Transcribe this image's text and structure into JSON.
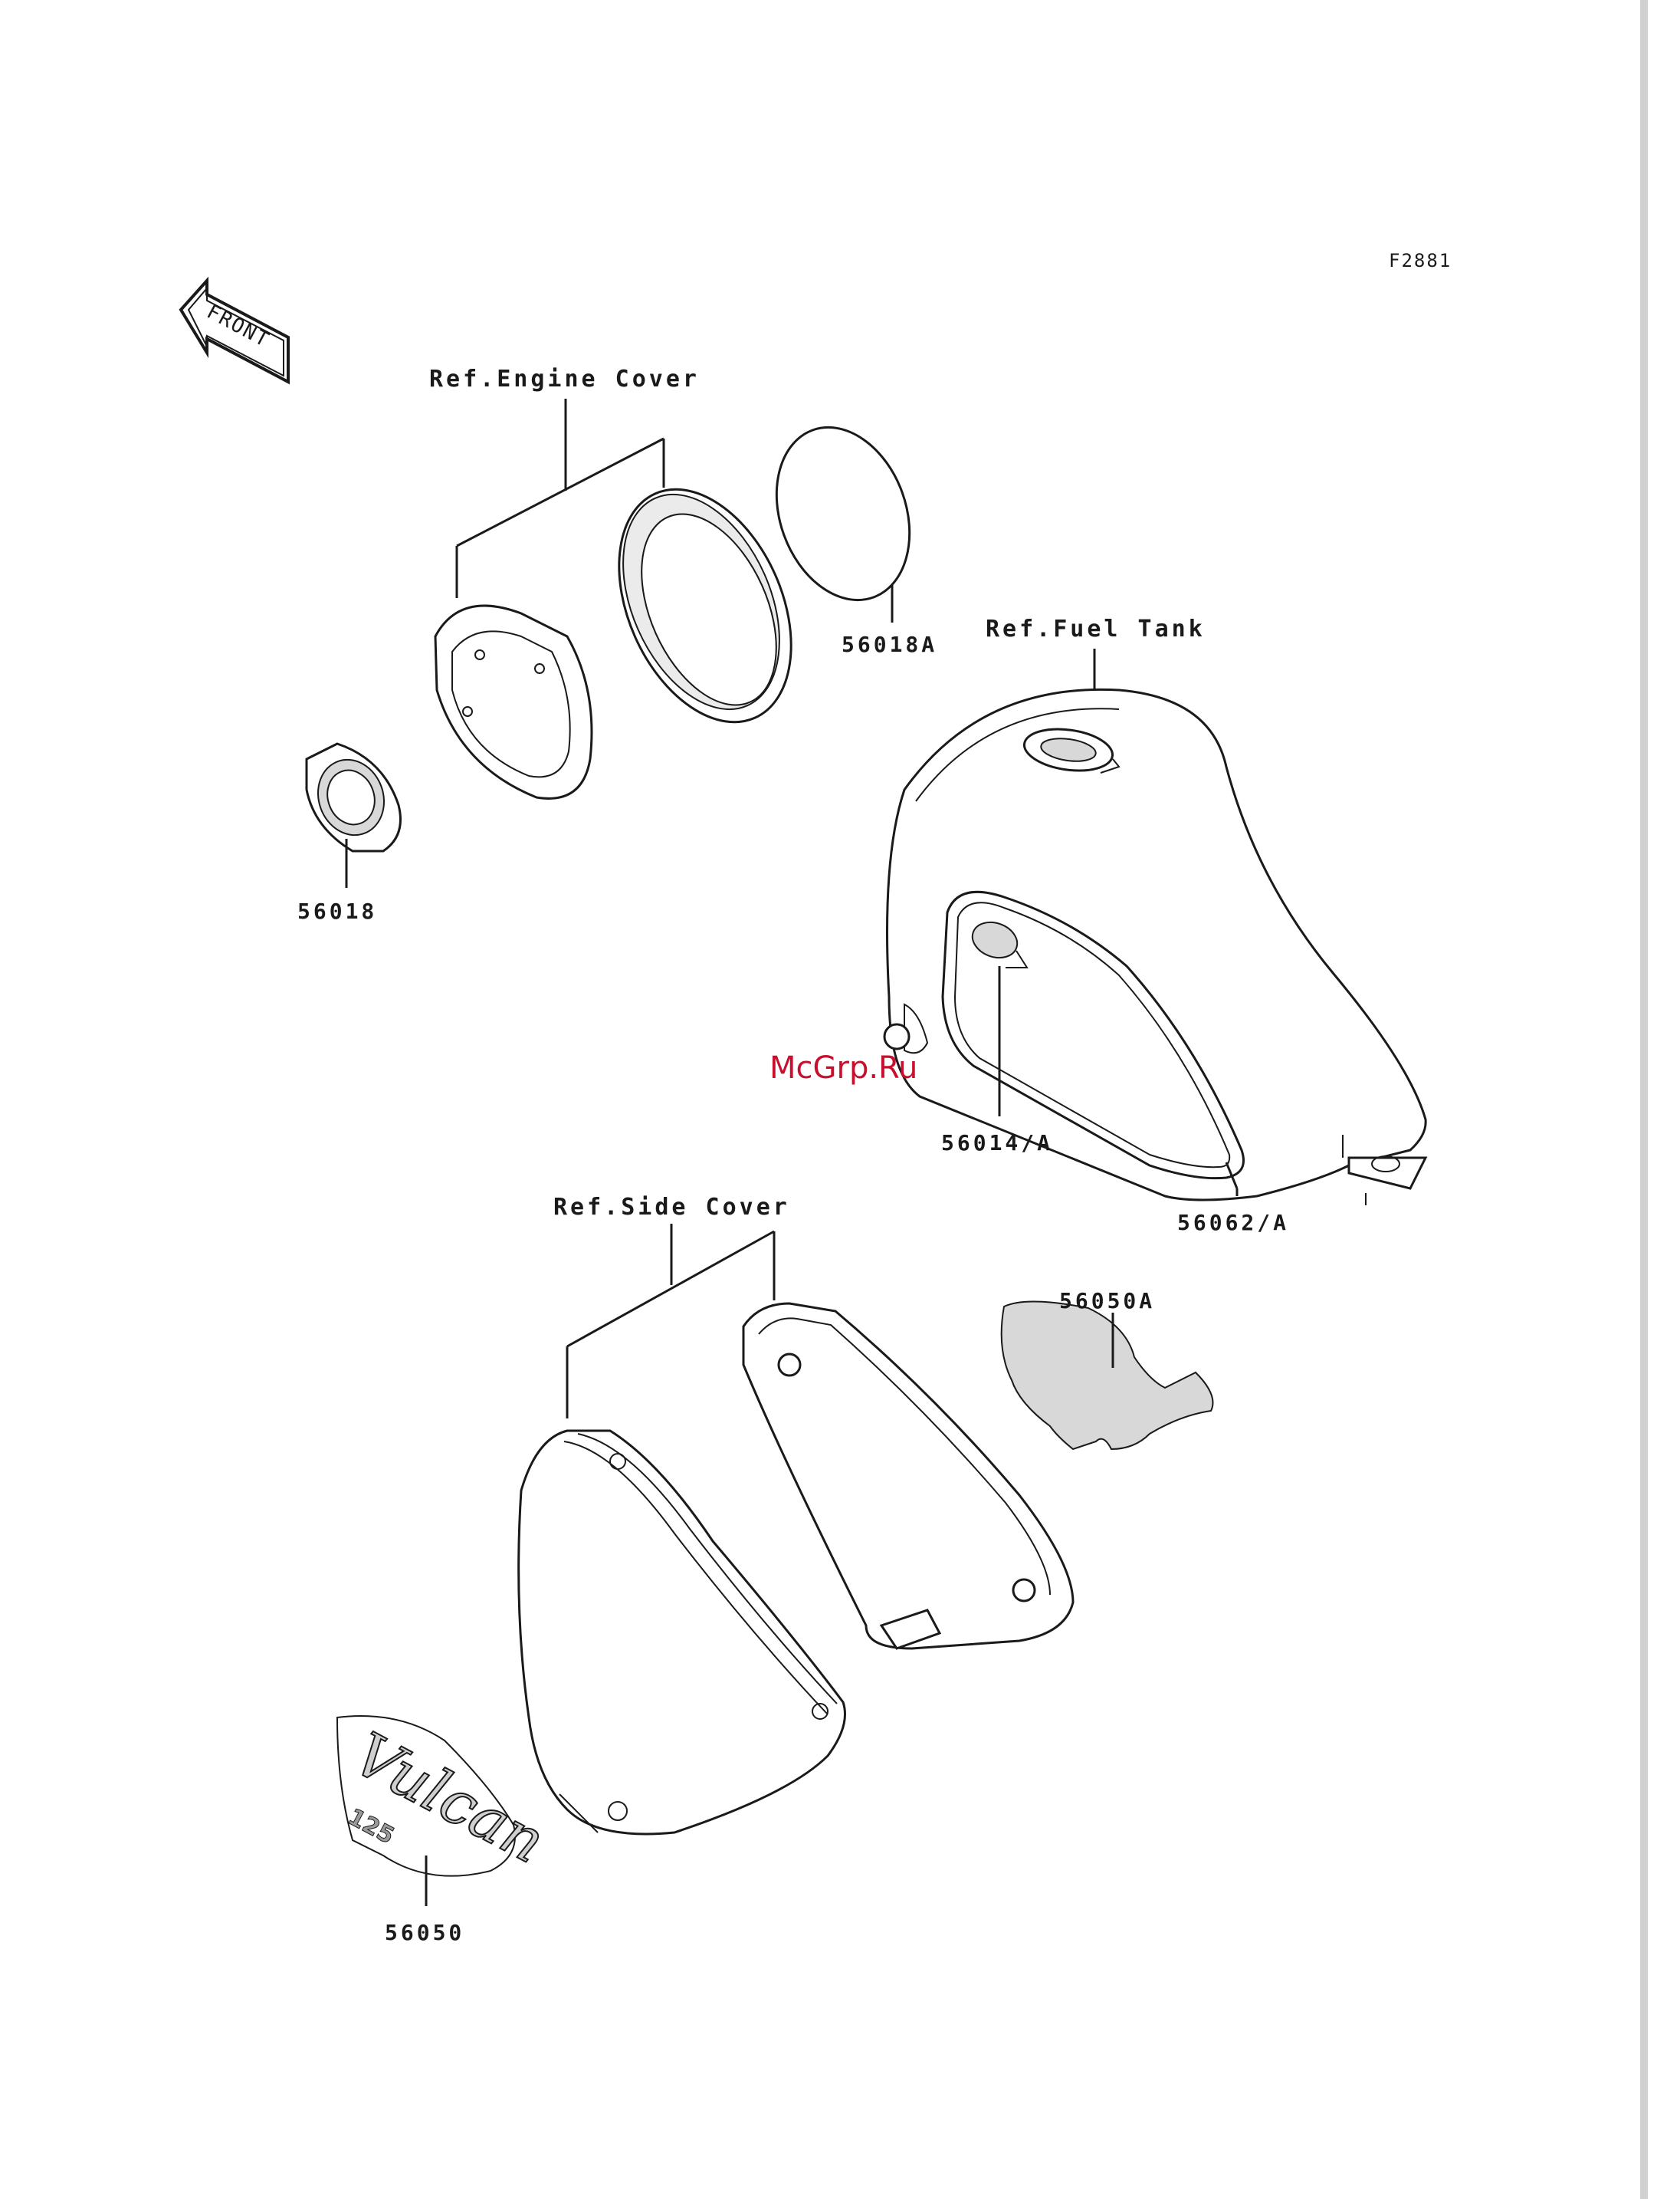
{
  "figure_code": "F2881",
  "front_arrow_text": "FRONT",
  "watermark": "McGrp.Ru",
  "callouts": {
    "engine_cover": "Ref.Engine Cover",
    "fuel_tank": "Ref.Fuel Tank",
    "side_cover": "Ref.Side Cover",
    "p56018": "56018",
    "p56018A": "56018A",
    "p56014A": "56014/A",
    "p56062A": "56062/A",
    "p56050A": "56050A",
    "p56050": "56050"
  },
  "emblem_text": "Vulcan",
  "emblem_sub": "125"
}
